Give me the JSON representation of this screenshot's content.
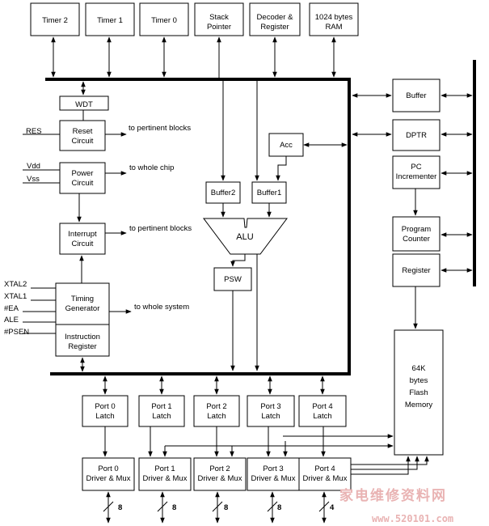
{
  "blocks": {
    "timer2": [
      "Timer 2"
    ],
    "timer1": [
      "Timer 1"
    ],
    "timer0": [
      "Timer 0"
    ],
    "stack_pointer": [
      "Stack",
      "Pointer"
    ],
    "decoder": [
      "Decoder &",
      "Register"
    ],
    "ram": [
      "1024 bytes",
      "RAM"
    ],
    "wdt": [
      "WDT"
    ],
    "reset": [
      "Reset",
      "Circuit"
    ],
    "power": [
      "Power",
      "Circuit"
    ],
    "interrupt": [
      "Interrupt",
      "Circuit"
    ],
    "timing": [
      "Timing",
      "Generator"
    ],
    "instr_reg": [
      "Instruction",
      "Register"
    ],
    "acc": [
      "Acc"
    ],
    "buffer2": [
      "Buffer2"
    ],
    "buffer1": [
      "Buffer1"
    ],
    "alu": [
      "ALU"
    ],
    "psw": [
      "PSW"
    ],
    "buffer_r": [
      "Buffer"
    ],
    "dptr": [
      "DPTR"
    ],
    "pc_inc": [
      "PC",
      "Incrementer"
    ],
    "prog_counter": [
      "Program",
      "Counter"
    ],
    "register_r": [
      "Register"
    ],
    "flash": [
      "64K",
      "bytes",
      "Flash",
      "Memory"
    ],
    "port0_latch": [
      "Port 0",
      "Latch"
    ],
    "port1_latch": [
      "Port 1",
      "Latch"
    ],
    "port2_latch": [
      "Port 2",
      "Latch"
    ],
    "port3_latch": [
      "Port 3",
      "Latch"
    ],
    "port4_latch": [
      "Port 4",
      "Latch"
    ],
    "port0_drv": [
      "Port 0",
      "Driver & Mux"
    ],
    "port1_drv": [
      "Port 1",
      "Driver & Mux"
    ],
    "port2_drv": [
      "Port 2",
      "Driver & Mux"
    ],
    "port3_drv": [
      "Port 3",
      "Driver & Mux"
    ],
    "port4_drv": [
      "Port 4",
      "Driver & Mux"
    ]
  },
  "signals": {
    "res": "RES",
    "vdd": "Vdd",
    "vss": "Vss",
    "xtal2": "XTAL2",
    "xtal1": "XTAL1",
    "ea": "#EA",
    "ale": "ALE",
    "psen": "#PSEN"
  },
  "annotations": {
    "reset_out": "to pertinent blocks",
    "power_out": "to whole chip",
    "interrupt_out": "to pertinent blocks",
    "timing_out": "to whole system"
  },
  "bus_widths": {
    "port0": "8",
    "port1": "8",
    "port2": "8",
    "port3": "8",
    "port4": "4"
  },
  "watermark": {
    "cn": "家电维修资料网",
    "url": "www.520101.com"
  }
}
